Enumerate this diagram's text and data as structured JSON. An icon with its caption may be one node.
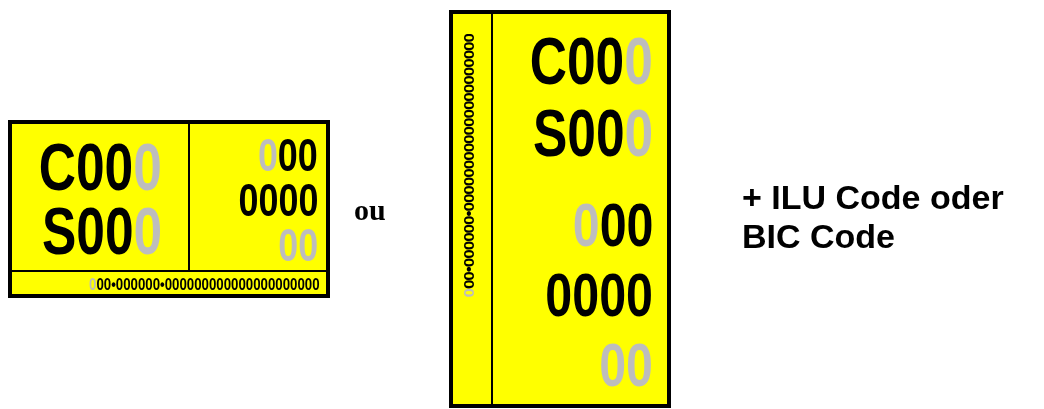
{
  "diagram": {
    "nodes": [
      {
        "text": [],
        "shape": "box"
      },
      {
        "text": [
          "C000",
          "S000"
        ],
        "in": 0
      },
      {
        "text": [
          "000",
          "0000",
          "00"
        ],
        "in": 0
      },
      {
        "text": [
          "000•000000•000000000000000000000"
        ],
        "in": 0
      },
      {
        "text": [],
        "shape": "box"
      },
      {
        "text": [
          "000•000000•000000000000000000000"
        ],
        "in": 4
      },
      {
        "text": [
          "C000",
          "S000",
          "000",
          "0000",
          "00"
        ],
        "in": 4
      }
    ],
    "edges": [],
    "labels": [
      "ou",
      "+ ILU Code oder BIC Code"
    ]
  }
}
